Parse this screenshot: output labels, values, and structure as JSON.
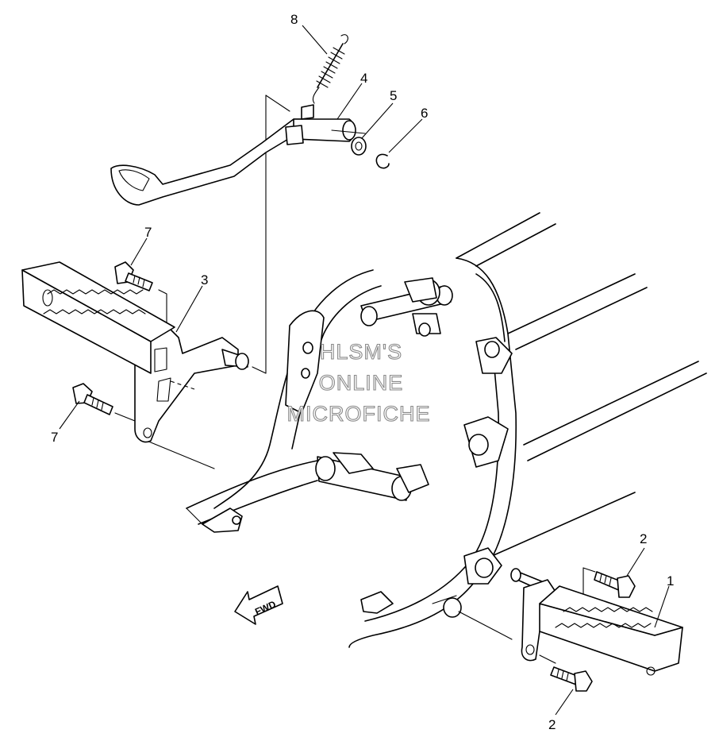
{
  "diagram": {
    "callouts": [
      {
        "id": "callout-8",
        "label": "8"
      },
      {
        "id": "callout-4",
        "label": "4"
      },
      {
        "id": "callout-5",
        "label": "5"
      },
      {
        "id": "callout-6",
        "label": "6"
      },
      {
        "id": "callout-7-top",
        "label": "7"
      },
      {
        "id": "callout-3",
        "label": "3"
      },
      {
        "id": "callout-7-bottom",
        "label": "7"
      },
      {
        "id": "callout-2-top",
        "label": "2"
      },
      {
        "id": "callout-1",
        "label": "1"
      },
      {
        "id": "callout-2-bottom",
        "label": "2"
      }
    ],
    "watermark": {
      "line1": "HLSM'S",
      "line2": "ONLINE",
      "line3": "MICROFICHE"
    },
    "direction_marker": {
      "label": "FWD"
    }
  }
}
